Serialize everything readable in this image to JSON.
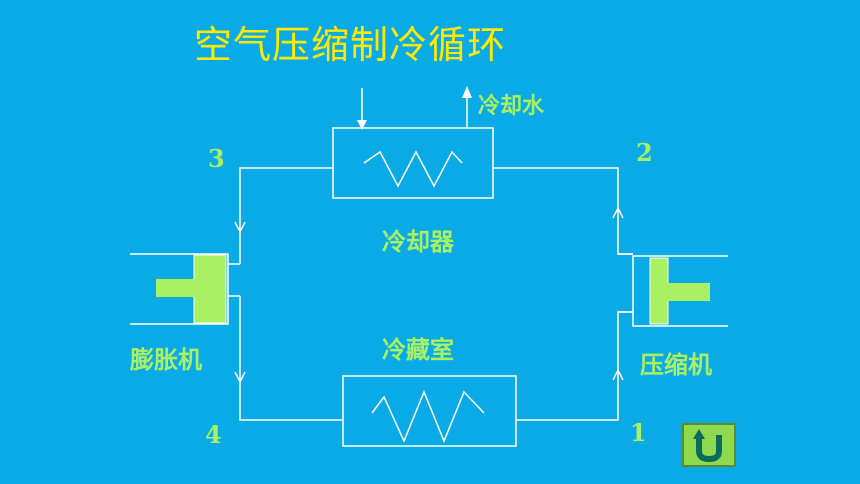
{
  "title": "空气压缩制冷循环",
  "labels": {
    "cooling_water": "冷却水",
    "cooler": "冷却器",
    "cold_storage": "冷藏室",
    "expander": "膨胀机",
    "compressor": "压缩机"
  },
  "points": {
    "p1": "1",
    "p2": "2",
    "p3": "3",
    "p4": "4"
  },
  "icons": {
    "back": "return-arrow-icon"
  },
  "colors": {
    "background": "#0AAAE6",
    "title": "#FFE900",
    "label": "#A9F062",
    "line": "#FFFFFF"
  }
}
